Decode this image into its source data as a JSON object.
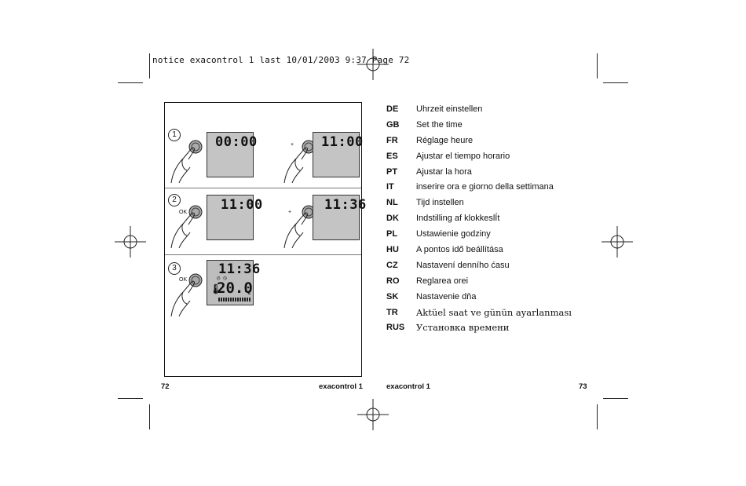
{
  "print_header": "notice exacontrol 1 last  10/01/2003  9:37  Page 72",
  "steps": [
    {
      "number": "1",
      "left_display": "00:00",
      "right_display": "11:00",
      "left_button": "",
      "right_button": "+"
    },
    {
      "number": "2",
      "left_display": "11:00",
      "right_display": "11:36",
      "left_button": "OK",
      "right_button": "+"
    },
    {
      "number": "3",
      "left_display": "11:36",
      "left_temp": "20.0",
      "temp_unit": "°C",
      "left_button": "OK"
    }
  ],
  "languages": [
    {
      "code": "DE",
      "text": "Uhrzeit einstellen",
      "serif": false
    },
    {
      "code": "GB",
      "text": "Set the time",
      "serif": false
    },
    {
      "code": "FR",
      "text": "Réglage heure",
      "serif": false
    },
    {
      "code": "ES",
      "text": "Ajustar el tiempo horario",
      "serif": false
    },
    {
      "code": "PT",
      "text": "Ajustar la hora",
      "serif": false
    },
    {
      "code": "IT",
      "text": "inserire ora e giorno della settimana",
      "serif": false
    },
    {
      "code": "NL",
      "text": "Tijd instellen",
      "serif": false
    },
    {
      "code": "DK",
      "text": "Indstilling af klokkeslÍt",
      "serif": false
    },
    {
      "code": "PL",
      "text": "Ustawienie godziny",
      "serif": false
    },
    {
      "code": "HU",
      "text": "A pontos idő beállítása",
      "serif": false
    },
    {
      "code": "CZ",
      "text": "Nastavení denního ćasu",
      "serif": false
    },
    {
      "code": "RO",
      "text": "Reglarea orei",
      "serif": false
    },
    {
      "code": "SK",
      "text": "Nastavenie dňa",
      "serif": false
    },
    {
      "code": "TR",
      "text": "Aktüel saat ve günün ayarlanması",
      "serif": true
    },
    {
      "code": "RUS",
      "text": "Установка времени",
      "serif": true
    }
  ],
  "footer": {
    "left_page": "72",
    "left_title": "exacontrol 1",
    "right_title": "exacontrol 1",
    "right_page": "73"
  }
}
